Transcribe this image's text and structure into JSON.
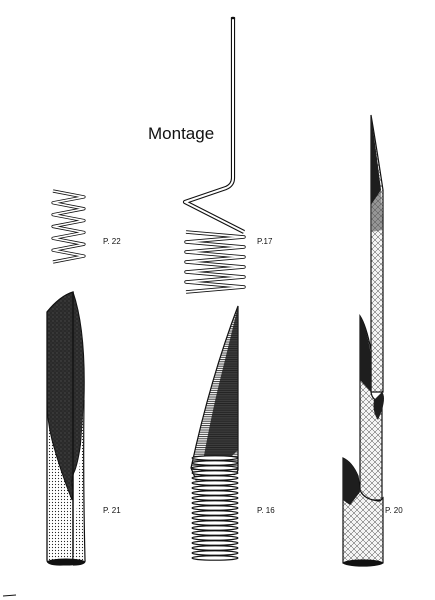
{
  "title": "Montage",
  "parts": [
    {
      "id": "p22",
      "label": "P. 22"
    },
    {
      "id": "p17",
      "label": "P.17"
    },
    {
      "id": "p21",
      "label": "P. 21"
    },
    {
      "id": "p16",
      "label": "P. 16"
    },
    {
      "id": "p20",
      "label": "P. 20"
    }
  ],
  "colors": {
    "ink": "#111111",
    "paper": "#ffffff",
    "shade": "#2a2a2a"
  }
}
